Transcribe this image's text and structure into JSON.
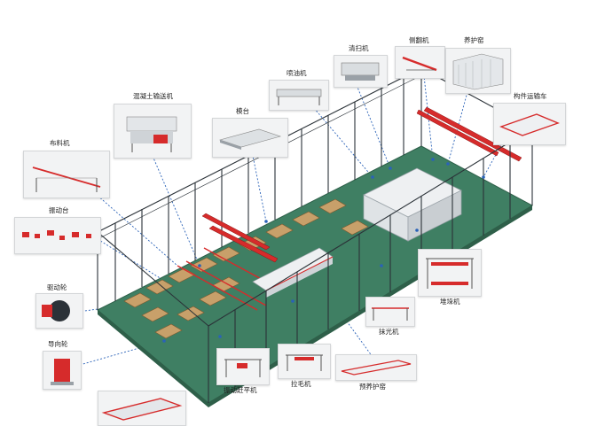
{
  "colors": {
    "floor": "#3f7f63",
    "floor_edge": "#2e5f49",
    "frame": "#2b3238",
    "crane": "#d62b2b",
    "leader": "#2a62b8",
    "machine": "#e9ecef",
    "pallet": "#c8a06a"
  },
  "labels": {
    "concrete_conveyor": "混凝土输送机",
    "mold_table": "模台",
    "oil_sprayer": "喷油机",
    "cleaner": "清扫机",
    "side_tilter": "侧翻机",
    "curing_kiln": "养护窑",
    "component_transporter": "构件运输车",
    "distributor": "布料机",
    "vibrating_table": "振动台",
    "drive_wheel": "驱动轮",
    "guide_wheel": "导向轮",
    "vibrating_leveler": "振动赶平机",
    "napping_machine": "拉毛机",
    "pre_curing_kiln": "预养护窑",
    "troweling_machine": "抹光机",
    "stacker": "堆垛机"
  }
}
